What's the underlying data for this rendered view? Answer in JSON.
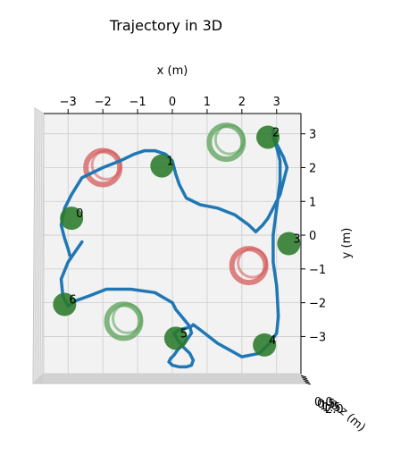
{
  "chart_data": {
    "type": "line",
    "title": "Trajectory in 3D",
    "xlabel": "x (m)",
    "ylabel": "y (m)",
    "zlabel": "z (m)",
    "xlim": [
      -3.7,
      3.7
    ],
    "ylim": [
      -4.1,
      3.6
    ],
    "x_ticks": [
      -3,
      -2,
      -1,
      0,
      1,
      2,
      3
    ],
    "x_tick_labels": [
      "−3",
      "−2",
      "−1",
      "0",
      "1",
      "2",
      "3"
    ],
    "y_ticks": [
      3,
      2,
      1,
      0,
      -1,
      -2,
      -3
    ],
    "y_tick_labels": [
      "3",
      "2",
      "1",
      "0",
      "−1",
      "−2",
      "−3"
    ],
    "z_tick_labels": [
      "0.0",
      "0.5",
      "1.0",
      "1.5",
      "2.0"
    ],
    "grid": true,
    "colors": {
      "trajectory": "#1f77b4",
      "waypoint": "#2a7a2a",
      "ring_green": "#5aa05a",
      "ring_red": "#d45a5a",
      "pane": "#f2f2f2",
      "grid": "#cccccc"
    },
    "trajectory": {
      "x": [
        -2.6,
        -2.8,
        -3.0,
        -3.2,
        -3.15,
        -3.0,
        -2.8,
        -2.4,
        -1.9,
        -1.2,
        -0.5,
        0.0,
        0.1,
        0.3,
        0.5,
        0.55,
        0.45,
        0.35,
        0.25,
        0.15,
        0.05,
        -0.05,
        -0.1,
        0.0,
        0.2,
        0.4,
        0.55,
        0.6,
        0.5,
        0.3,
        0.15,
        0.05,
        0.2,
        0.4,
        0.55,
        0.6,
        0.8,
        1.3,
        2.0,
        2.5,
        2.8,
        3.0,
        3.05,
        3.0,
        2.9,
        2.9,
        3.0,
        3.1,
        3.1,
        3.0,
        2.9,
        2.9,
        2.95,
        3.0,
        3.2,
        3.3,
        3.2,
        3.1,
        2.9,
        2.75,
        2.6,
        2.5,
        2.4,
        2.2,
        1.8,
        1.3,
        0.8,
        0.4,
        0.2,
        0.1,
        0.0,
        -0.2,
        -0.5,
        -0.8,
        -1.1,
        -1.5,
        -2.0,
        -2.6,
        -2.9,
        -3.1,
        -3.2,
        -3.1,
        -3.0,
        -2.95
      ],
      "y": [
        -0.2,
        -0.5,
        -0.8,
        -1.3,
        -1.8,
        -2.1,
        -1.95,
        -1.8,
        -1.6,
        -1.6,
        -1.7,
        -2.0,
        -2.2,
        -2.45,
        -2.7,
        -2.9,
        -3.05,
        -3.2,
        -3.3,
        -3.4,
        -3.55,
        -3.65,
        -3.75,
        -3.85,
        -3.9,
        -3.9,
        -3.85,
        -3.7,
        -3.5,
        -3.3,
        -3.1,
        -2.9,
        -2.8,
        -2.75,
        -2.7,
        -2.65,
        -2.8,
        -3.2,
        -3.6,
        -3.5,
        -3.2,
        -2.9,
        -2.4,
        -1.5,
        -0.8,
        0.0,
        0.8,
        1.6,
        2.2,
        2.6,
        2.9,
        3.1,
        2.9,
        2.7,
        2.3,
        2.0,
        1.6,
        1.2,
        0.8,
        0.5,
        0.3,
        0.2,
        0.1,
        0.3,
        0.6,
        0.8,
        0.9,
        1.1,
        1.5,
        1.8,
        2.2,
        2.4,
        2.5,
        2.5,
        2.4,
        2.2,
        2.0,
        1.7,
        1.2,
        0.8,
        0.3,
        -0.1,
        -0.4,
        -0.6
      ],
      "z": [
        0.9,
        0.9,
        0.9,
        0.9,
        0.9,
        0.9,
        0.9,
        0.9,
        0.9,
        0.9,
        0.9,
        0.9,
        0.9,
        0.9,
        0.9,
        0.9,
        0.9,
        0.9,
        0.9,
        0.9,
        0.9,
        0.9,
        0.9,
        0.9,
        0.9,
        0.9,
        0.9,
        0.9,
        0.9,
        0.9,
        0.9,
        0.9,
        0.9,
        0.9,
        0.9,
        0.9,
        0.9,
        0.9,
        0.9,
        0.9,
        0.9,
        0.9,
        0.9,
        0.9,
        0.9,
        0.9,
        0.9,
        0.9,
        0.9,
        0.9,
        0.9,
        0.9,
        0.9,
        0.9,
        0.9,
        0.9,
        0.9,
        0.9,
        0.9,
        0.9,
        0.9,
        0.9,
        0.9,
        0.9,
        0.9,
        0.9,
        0.9,
        0.9,
        0.9,
        0.9,
        0.9,
        0.9,
        0.9,
        0.9,
        0.9,
        0.9,
        0.9,
        0.9,
        0.9,
        0.9,
        0.9,
        0.9,
        0.9,
        0.9
      ]
    },
    "waypoints": [
      {
        "label": "0",
        "x": -2.9,
        "y": 0.5
      },
      {
        "label": "1",
        "x": -0.3,
        "y": 2.05
      },
      {
        "label": "2",
        "x": 2.75,
        "y": 2.9
      },
      {
        "label": "3",
        "x": 3.35,
        "y": -0.25
      },
      {
        "label": "4",
        "x": 2.65,
        "y": -3.25
      },
      {
        "label": "5",
        "x": 0.1,
        "y": -3.05
      },
      {
        "label": "6",
        "x": -3.1,
        "y": -2.05
      }
    ],
    "rings": [
      {
        "color": "red",
        "x": -2.0,
        "y": 2.0
      },
      {
        "color": "green",
        "x": 1.55,
        "y": 2.75
      },
      {
        "color": "red",
        "x": 2.2,
        "y": -0.9
      },
      {
        "color": "green",
        "x": -1.4,
        "y": -2.55
      }
    ]
  }
}
